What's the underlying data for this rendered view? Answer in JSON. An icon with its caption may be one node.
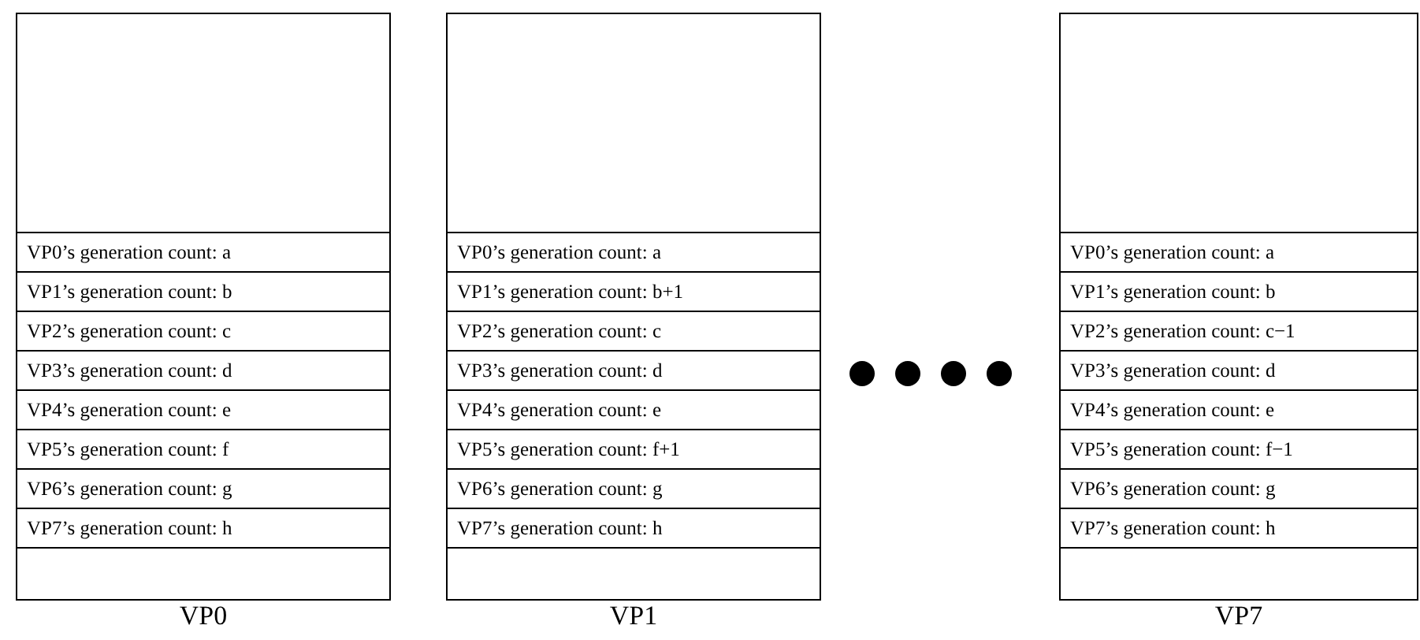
{
  "diagram": {
    "nodes": [
      {
        "text": [
          "VP0"
        ]
      },
      {
        "text": [
          "VP0’s generation count: a"
        ],
        "in": 0
      },
      {
        "text": [
          "VP1’s generation count: b"
        ],
        "in": 0
      },
      {
        "text": [
          "VP2’s generation count: c"
        ],
        "in": 0
      },
      {
        "text": [
          "VP3’s generation count: d"
        ],
        "in": 0
      },
      {
        "text": [
          "VP4’s generation count: e"
        ],
        "in": 0
      },
      {
        "text": [
          "VP5’s generation count: f"
        ],
        "in": 0
      },
      {
        "text": [
          "VP6’s generation count: g"
        ],
        "in": 0
      },
      {
        "text": [
          "VP7’s generation count: h"
        ],
        "in": 0
      },
      {
        "text": [
          "VP1"
        ]
      },
      {
        "text": [
          "VP0’s generation count: a"
        ],
        "in": 9
      },
      {
        "text": [
          "VP1’s generation count: b+1"
        ],
        "in": 9
      },
      {
        "text": [
          "VP2’s generation count: c"
        ],
        "in": 9
      },
      {
        "text": [
          "VP3’s generation count: d"
        ],
        "in": 9
      },
      {
        "text": [
          "VP4’s generation count: e"
        ],
        "in": 9
      },
      {
        "text": [
          "VP5’s generation count: f+1"
        ],
        "in": 9
      },
      {
        "text": [
          "VP6’s generation count: g"
        ],
        "in": 9
      },
      {
        "text": [
          "VP7’s generation count: h"
        ],
        "in": 9
      },
      {
        "text": [
          "VP7"
        ]
      },
      {
        "text": [
          "VP0’s generation count: a"
        ],
        "in": 18
      },
      {
        "text": [
          "VP1’s generation count: b"
        ],
        "in": 18
      },
      {
        "text": [
          "VP2’s generation count: c−1"
        ],
        "in": 18
      },
      {
        "text": [
          "VP3’s generation count: d"
        ],
        "in": 18
      },
      {
        "text": [
          "VP4’s generation count: e"
        ],
        "in": 18
      },
      {
        "text": [
          "VP5’s generation count: f−1"
        ],
        "in": 18
      },
      {
        "text": [
          "VP6’s generation count: g"
        ],
        "in": 18
      },
      {
        "text": [
          "VP7’s generation count: h"
        ],
        "in": 18
      }
    ],
    "edges": []
  }
}
